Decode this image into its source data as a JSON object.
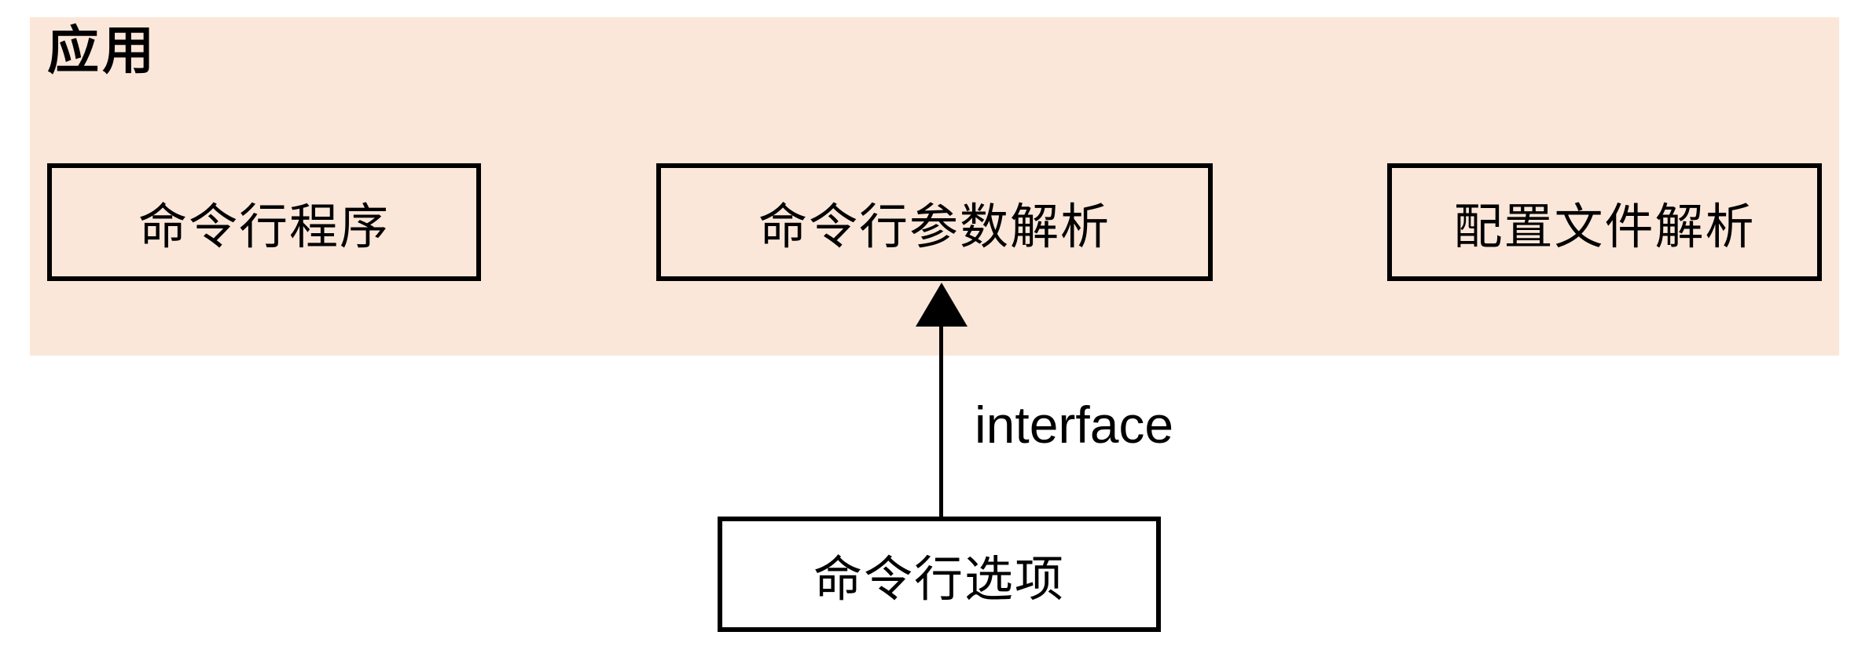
{
  "diagram": {
    "container": {
      "label": "应用"
    },
    "boxes": [
      {
        "id": "cli-program",
        "label": "命令行程序"
      },
      {
        "id": "cli-arg-parser",
        "label": "命令行参数解析"
      },
      {
        "id": "config-file-parser",
        "label": "配置文件解析"
      }
    ],
    "external_box": {
      "id": "cli-options",
      "label": "命令行选项"
    },
    "arrow": {
      "label": "interface",
      "from": "命令行选项",
      "to": "命令行参数解析",
      "direction": "up"
    },
    "colors": {
      "container_bg": "#fbe7d9",
      "border": "#000000",
      "text": "#000000",
      "page_bg": "#ffffff"
    }
  }
}
